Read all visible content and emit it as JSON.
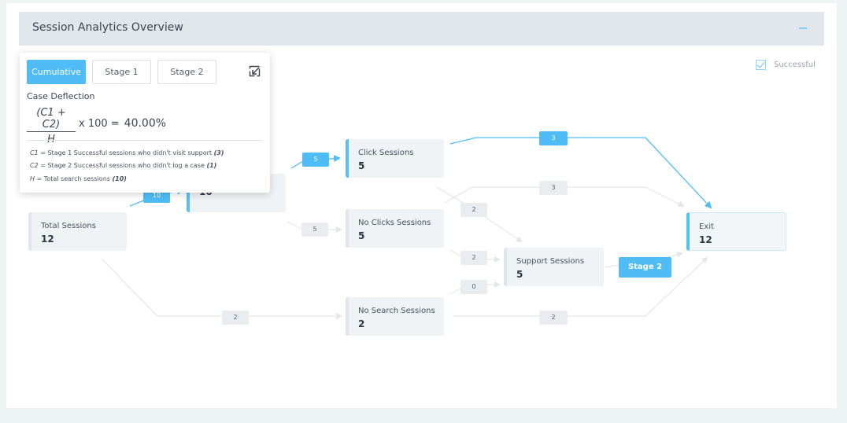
{
  "header": {
    "title": "Session Analytics Overview",
    "collapse_symbol": "−"
  },
  "legend": {
    "label": "Successful"
  },
  "nodes": {
    "total": {
      "label": "Total Sessions",
      "value": "12"
    },
    "search": {
      "label": "",
      "value": "10"
    },
    "click": {
      "label": "Click Sessions",
      "value": "5"
    },
    "noclick": {
      "label": "No Clicks Sessions",
      "value": "5"
    },
    "nosearch": {
      "label": "No Search Sessions",
      "value": "2"
    },
    "support": {
      "label": "Support Sessions",
      "value": "5"
    },
    "exit": {
      "label": "Exit",
      "value": "12"
    }
  },
  "badges": {
    "total_search": "10",
    "search_click": "5",
    "search_noclick": "5",
    "total_nosearch": "2",
    "click_exit": "3",
    "noclick_exit": "3",
    "click_support": "2",
    "noclick_support": "2",
    "nosearch_support": "0",
    "nosearch_exit": "2",
    "stage2": "Stage 2"
  },
  "popover": {
    "tabs": [
      "Cumulative",
      "Stage 1",
      "Stage 2"
    ],
    "selected_tab": "Cumulative",
    "title": "Case Deflection",
    "formula_numerator": "(C1 + C2)",
    "formula_denominator": "H",
    "formula_multiplier": "x 100 =",
    "result": "40.00%",
    "defs": [
      {
        "sym": "C1",
        "text": " = Stage 1 Successful sessions who didn't visit support ",
        "val": "(3)"
      },
      {
        "sym": "C2",
        "text": " = Stage 2 Successful sessions who didn't log a case ",
        "val": "(1)"
      },
      {
        "sym": "H",
        "text": " = Total search sessions ",
        "val": "(10)"
      }
    ]
  },
  "colors": {
    "accent": "#4fbcf5",
    "flow_gray": "#e3e7eb",
    "flow_blue": "#4fbcf5"
  }
}
